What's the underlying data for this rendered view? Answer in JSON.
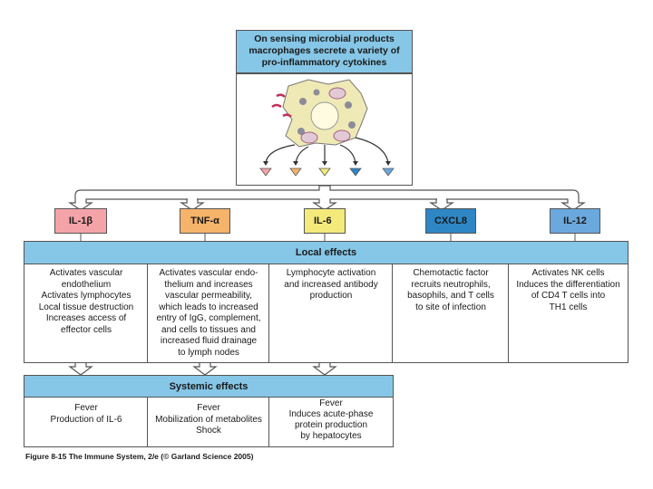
{
  "top_box": {
    "title_lines": [
      "On sensing microbial products",
      "macrophages secrete a variety of",
      "pro-inflammatory cytokines"
    ]
  },
  "cytokines": [
    {
      "label": "IL-1β",
      "color": "#f4a3a8"
    },
    {
      "label": "TNF-α",
      "color": "#f6b36a"
    },
    {
      "label": "IL-6",
      "color": "#f3ea7b"
    },
    {
      "label": "CXCL8",
      "color": "#2e86c5"
    },
    {
      "label": "IL-12",
      "color": "#6aa8dd"
    }
  ],
  "local_effects": {
    "title": "Local effects",
    "cells": [
      [
        "Activates vascular",
        "endothelium",
        "Activates lymphocytes",
        "Local tissue destruction",
        "Increases access of",
        "effector cells"
      ],
      [
        "Activates vascular endo-",
        "thelium and increases",
        "vascular permeability,",
        "which leads to increased",
        "entry of IgG, complement,",
        "and cells to tissues and",
        "increased fluid drainage",
        "to lymph nodes"
      ],
      [
        "Lymphocyte activation",
        "and increased antibody",
        "production"
      ],
      [
        "Chemotactic factor",
        "recruits neutrophils,",
        "basophils, and T cells",
        "to site of infection"
      ],
      [
        "Activates NK cells",
        "Induces the differentiation",
        "of CD4 T cells into",
        "TH1 cells"
      ]
    ]
  },
  "systemic_effects": {
    "title": "Systemic effects",
    "cells": [
      [
        "Fever",
        "Production of IL-6"
      ],
      [
        "Fever",
        "Mobilization of metabolites",
        "Shock"
      ],
      [
        "Fever",
        "Induces acute-phase",
        "protein production",
        "by hepatocytes"
      ]
    ]
  },
  "caption": "Figure 8-15 The Immune System, 2/e (© Garland Science 2005)"
}
